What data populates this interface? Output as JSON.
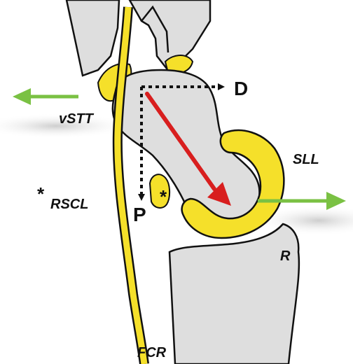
{
  "labels": {
    "vstt": "vSTT",
    "rscl": "RSCL",
    "rscl_marker": "*",
    "sll": "SLL",
    "r": "R",
    "fcr": "FCR",
    "d": "D",
    "p": "P",
    "asterisk": "*"
  },
  "colors": {
    "bone": "#dedede",
    "ligament": "#f5e02a",
    "outline": "#111111",
    "red_arrow": "#d81e1e",
    "green_arrow": "#7ac143",
    "background": "#ffffff"
  }
}
